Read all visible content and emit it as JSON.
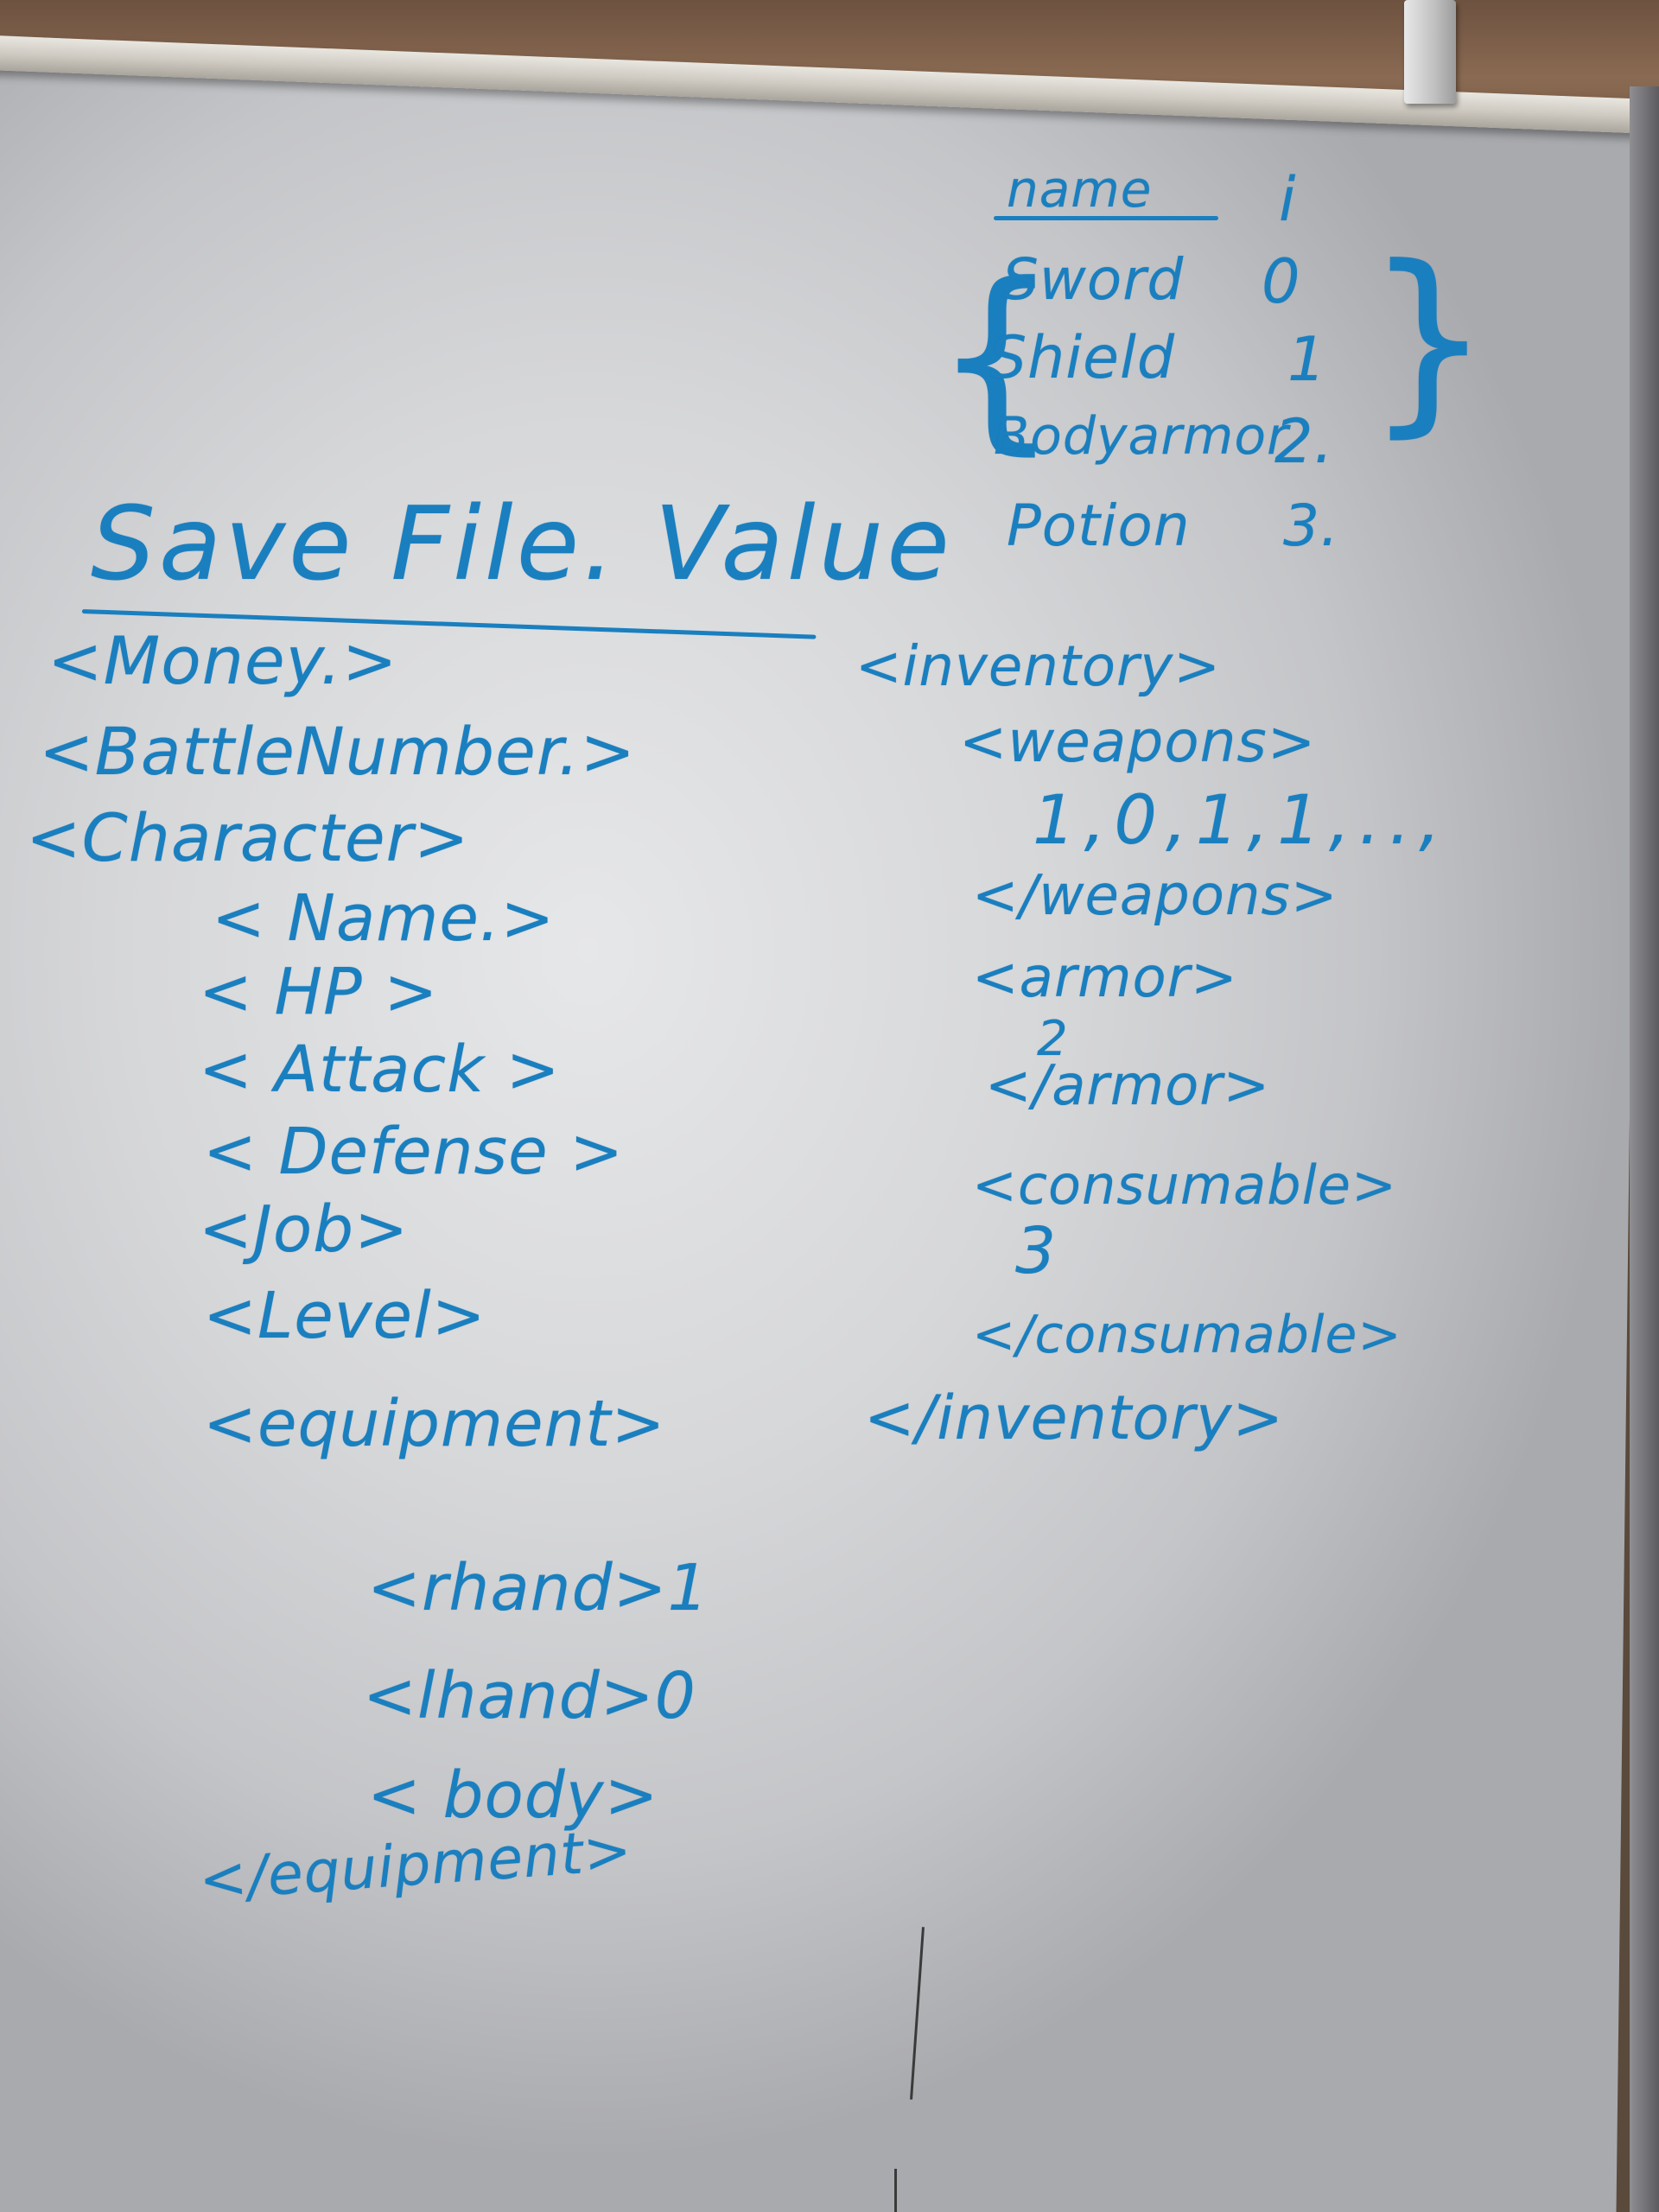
{
  "title": "Save File. Value",
  "items_table": {
    "header_name": "name",
    "header_index": "i",
    "rows": [
      {
        "name": "Sword",
        "index": "0"
      },
      {
        "name": "Shield",
        "index": "1"
      },
      {
        "name": "Bodyarmor",
        "index": "2."
      },
      {
        "name": "Potion",
        "index": "3."
      }
    ],
    "open_brace": "{",
    "close_brace": "}"
  },
  "left_lines": [
    "<Money.>",
    "<BattleNumber.>",
    "<Character>",
    "< Name.>",
    "< HP >",
    "< Attack >",
    "< Defense >",
    "<Job>",
    "<Level>",
    "<equipment>",
    "<rhand>1",
    "<lhand>0",
    "< body>",
    "</equipment>"
  ],
  "right_lines": [
    "<inventory>",
    "<weapons>",
    "1,0,1,1,..,",
    "</weapons>",
    "<armor>",
    "2",
    "</armor>",
    "<consumable>",
    "3",
    "</consumable>",
    "</inventory>"
  ],
  "colors": {
    "marker": "#1a7fbf",
    "board": "#dcdde0"
  }
}
